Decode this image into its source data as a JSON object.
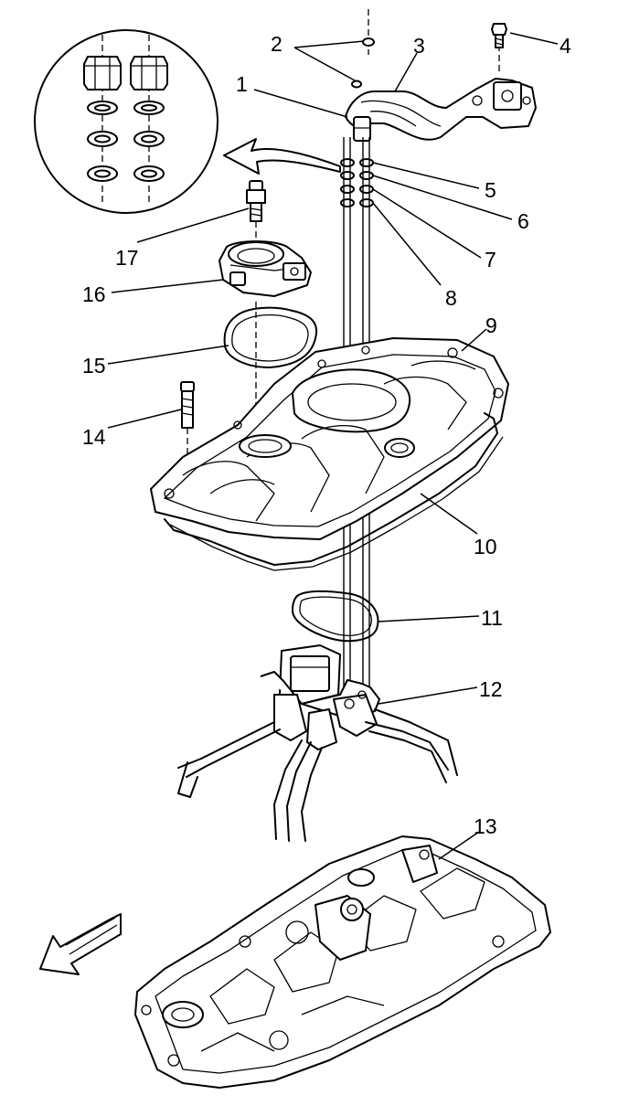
{
  "diagram": {
    "callouts": [
      "1",
      "2",
      "3",
      "4",
      "5",
      "6",
      "7",
      "8",
      "9",
      "10",
      "11",
      "12",
      "13",
      "14",
      "15",
      "16",
      "17"
    ]
  },
  "icons": {
    "front_arrow": "front-direction-arrow",
    "detail_arrow": "curved-detail-arrow"
  }
}
